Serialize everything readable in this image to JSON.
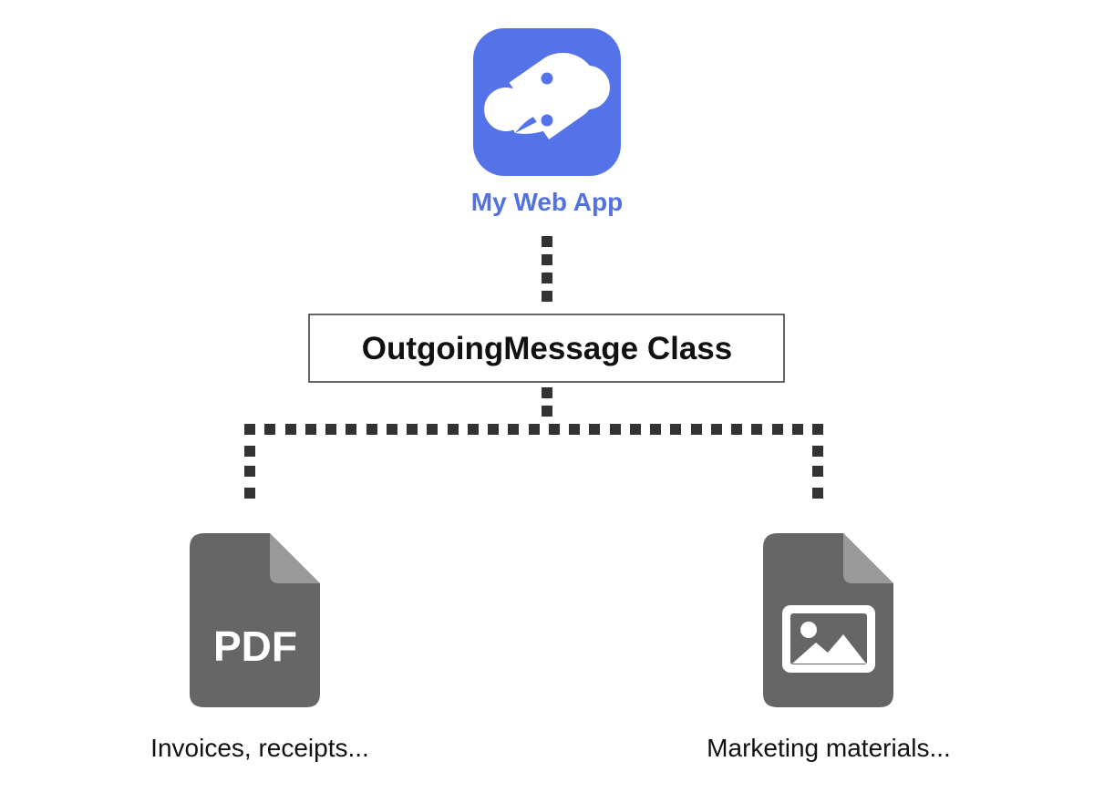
{
  "app": {
    "name": "My Web App",
    "icon": "chain-link-icon",
    "color": "#5573E8",
    "label_color": "#5272E3"
  },
  "class_box": {
    "label": "OutgoingMessage Class"
  },
  "connector_color": "#333333",
  "files": [
    {
      "icon": "pdf-file-icon",
      "badge": "PDF",
      "caption": "Invoices, receipts..."
    },
    {
      "icon": "image-file-icon",
      "caption": "Marketing materials..."
    }
  ],
  "colors": {
    "file_body": "#666666",
    "file_fold": "#9a9a9a",
    "caption_text": "#111111",
    "box_border": "#333333"
  }
}
